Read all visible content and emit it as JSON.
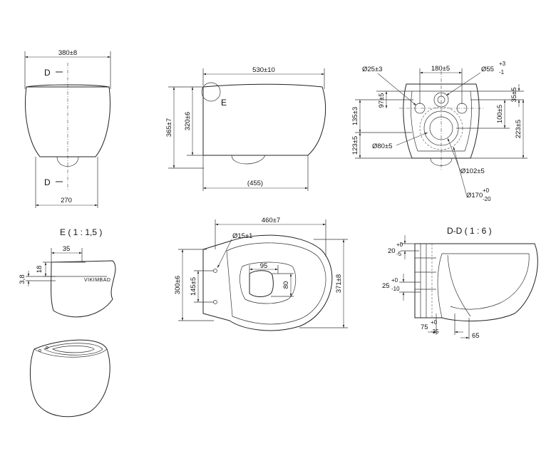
{
  "colors": {
    "line": "#222222",
    "background": "#ffffff"
  },
  "front": {
    "width": "380±8",
    "section_top": "D",
    "section_bottom": "D",
    "base_width": "270"
  },
  "side": {
    "length": "530±10",
    "detail_ref": "E",
    "height": "365±7",
    "height2": "320±6",
    "base_length": "(455)"
  },
  "back": {
    "hole_diam": "Ø25±3",
    "spacing": "180±5",
    "outlet_diam": "Ø55",
    "outlet_tol_plus": "+3",
    "outlet_tol_minus": "-1",
    "d97": "97±5",
    "d35": "35±5",
    "d135": "135±3",
    "d100": "100±5",
    "d223": "223±5",
    "d123": "123±5",
    "d80": "Ø80±5",
    "d102": "Ø102±5",
    "d170": "Ø170",
    "d170_plus": "+0",
    "d170_minus": "-20"
  },
  "detailE": {
    "title": "E ( 1 : 1,5 )",
    "d35": "35",
    "d18": "18",
    "d38": "3,8",
    "stamp": "VIKIMBAD"
  },
  "top": {
    "length": "460±7",
    "hole": "Ø15±1",
    "d95": "95",
    "d80": "80",
    "d300": "300±6",
    "d145": "145±5",
    "d371": "371±8"
  },
  "sectionDD": {
    "title": "D-D ( 1 : 6 )",
    "d20": "20",
    "d20_plus": "+0",
    "d20_minus": "-5",
    "d25": "25",
    "d25_plus": "+0",
    "d25_minus": "-10",
    "d75": "75",
    "d75_plus": "+0",
    "d75_minus": "-35",
    "d65": "65"
  }
}
